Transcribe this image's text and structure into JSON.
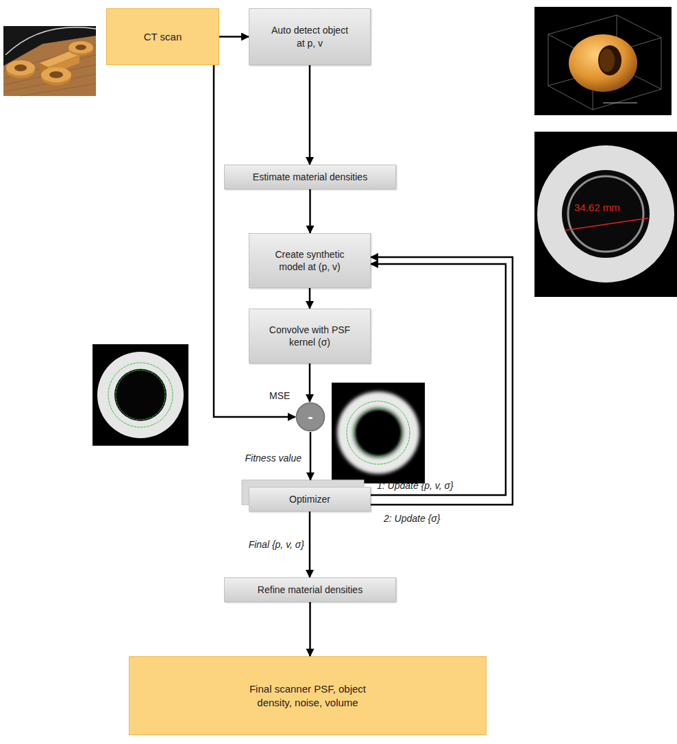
{
  "diagram": {
    "nodes": [
      {
        "text": [
          "CT scan"
        ]
      },
      {
        "text": [
          "Auto detect object at p, v"
        ]
      },
      {
        "text": [
          "Estimate material densities"
        ]
      },
      {
        "text": [
          "Create synthetic model at (p, v)"
        ]
      },
      {
        "text": [
          "Convolve with PSF kernel (σ)"
        ]
      },
      {
        "text": [
          "MSE",
          "-"
        ]
      },
      {
        "text": [
          "Optimizer"
        ]
      },
      {
        "text": [
          "Refine material densities"
        ]
      },
      {
        "text": [
          "Final scanner PSF, object density, noise, volume"
        ]
      }
    ],
    "edges": [
      {
        "from": 0,
        "to": 1,
        "arrow": "to"
      },
      {
        "from": 1,
        "to": 2,
        "arrow": "to"
      },
      {
        "from": 2,
        "to": 3,
        "arrow": "to"
      },
      {
        "from": 3,
        "to": 4,
        "arrow": "to"
      },
      {
        "from": 4,
        "to": 5,
        "arrow": "to"
      },
      {
        "from": 0,
        "to": 5,
        "arrow": "to"
      },
      {
        "from": 5,
        "to": 6,
        "label": "Fitness value",
        "arrow": "to"
      },
      {
        "from": 6,
        "to": 3,
        "label": "1: Update {p, v, σ}",
        "arrow": "to"
      },
      {
        "from": 6,
        "to": 3,
        "label": "2: Update {σ}",
        "arrow": "to"
      },
      {
        "from": 6,
        "to": 7,
        "label": "Final {p, v, σ}",
        "arrow": "to"
      },
      {
        "from": 7,
        "to": 8,
        "arrow": "to"
      }
    ],
    "labels": [
      "34.62 mm"
    ]
  }
}
